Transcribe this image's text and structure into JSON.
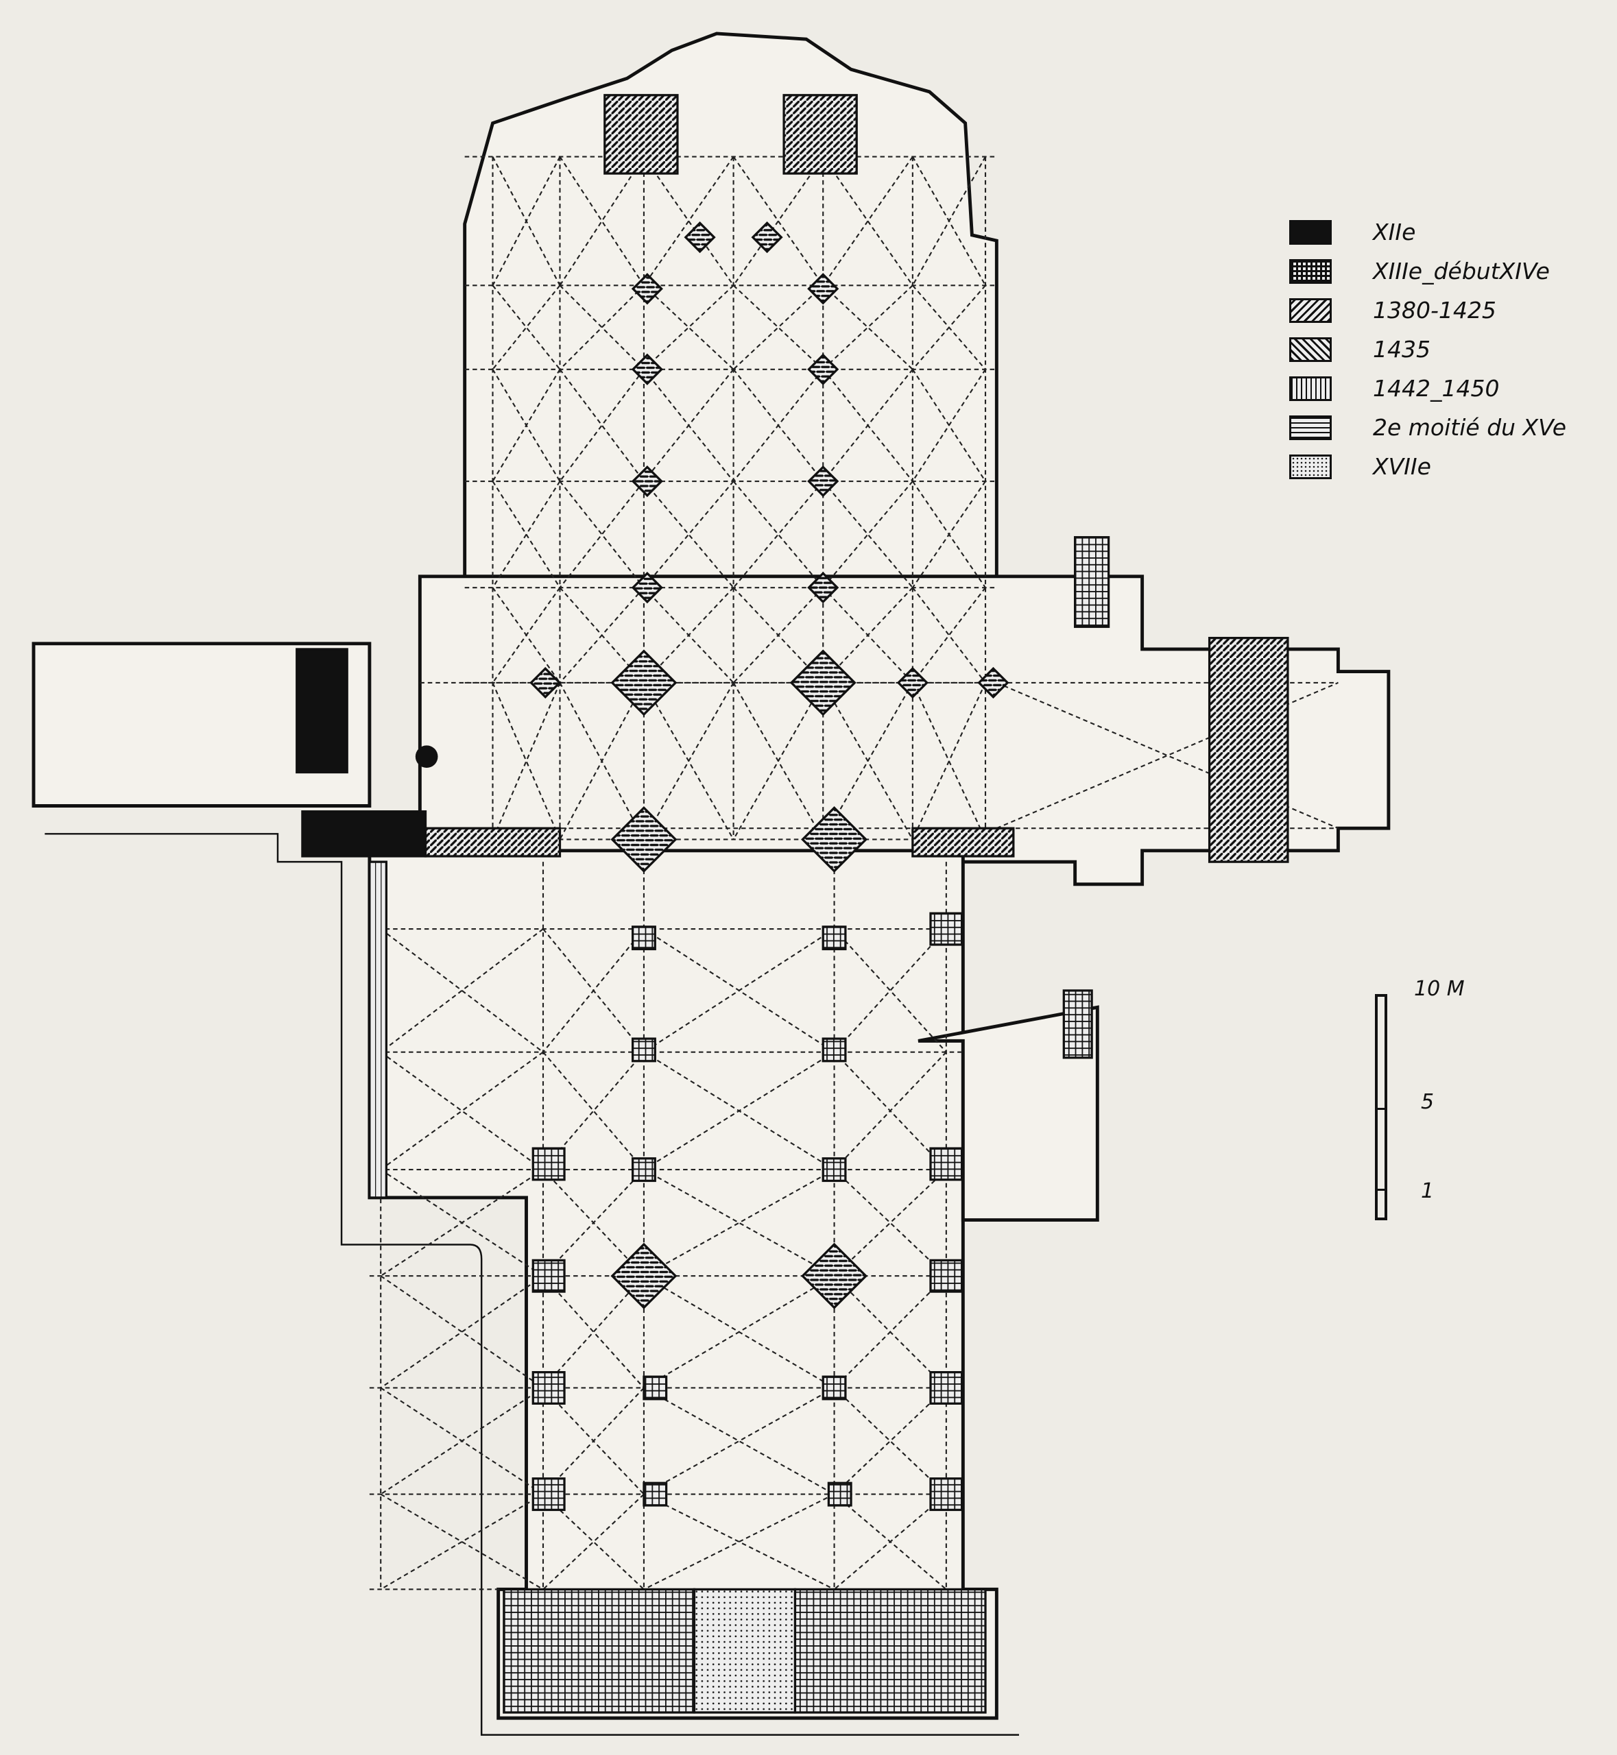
{
  "legend": [
    {
      "label": "XIIe",
      "pattern": "solid"
    },
    {
      "label": "XIIIe_débutXIVe",
      "pattern": "grid"
    },
    {
      "label": "1380-1425",
      "pattern": "diag-right"
    },
    {
      "label": "1435",
      "pattern": "diag-left"
    },
    {
      "label": "1442_1450",
      "pattern": "vertical"
    },
    {
      "label": "2e moitié du XVe",
      "pattern": "horizontal"
    },
    {
      "label": "XVIIe",
      "pattern": "dotted"
    }
  ],
  "scale": {
    "top_label": "10 M",
    "mid_label": "5",
    "low_label": "1"
  },
  "colors": {
    "ink": "#111111",
    "paper": "#eeece6"
  }
}
